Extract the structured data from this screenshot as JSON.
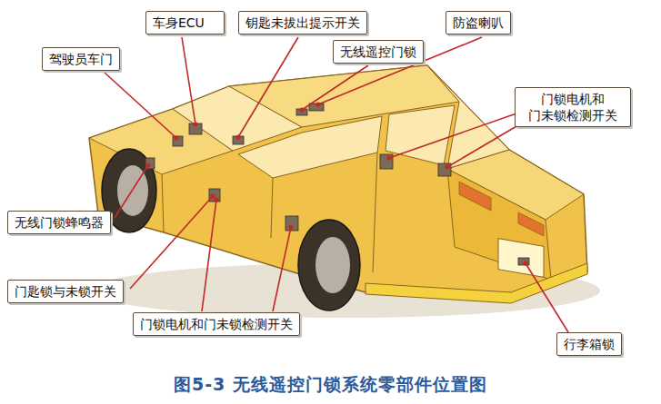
{
  "diagram": {
    "caption": "图5-3 无线遥控门锁系统零部件位置图",
    "nodes": [
      {
        "text": [
          "车身ECU"
        ]
      },
      {
        "text": [
          "钥匙未拔出提示开关"
        ]
      },
      {
        "text": [
          "防盗喇叭"
        ]
      },
      {
        "text": [
          "驾驶员车门"
        ]
      },
      {
        "text": [
          "无线遥控门锁"
        ]
      },
      {
        "text": [
          "门锁电机和 门未锁检测开关"
        ]
      },
      {
        "text": [
          "无线门锁蜂鸣器"
        ]
      },
      {
        "text": [
          "门匙锁与未锁开关"
        ]
      },
      {
        "text": [
          "门锁电机和门未锁检测开关"
        ]
      },
      {
        "text": [
          "行李箱锁"
        ]
      }
    ]
  }
}
